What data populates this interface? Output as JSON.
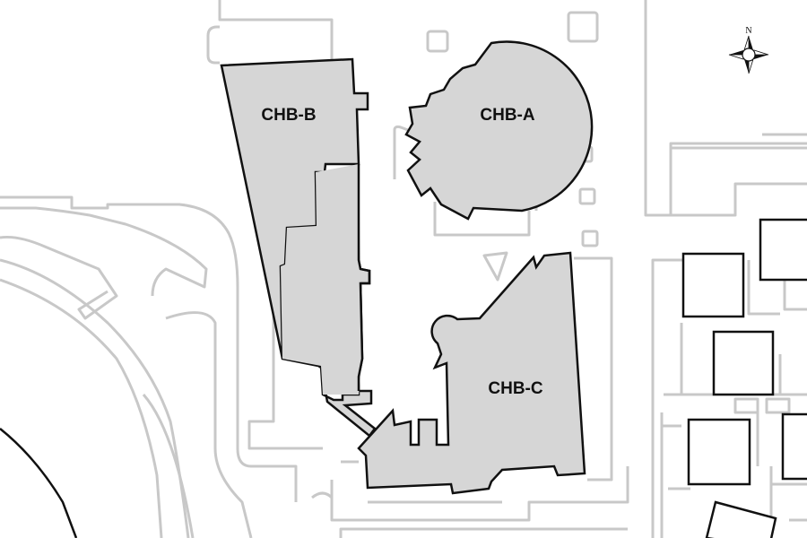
{
  "map": {
    "buildings": [
      {
        "id": "chb-a",
        "label": "CHB-A"
      },
      {
        "id": "chb-b",
        "label": "CHB-B"
      },
      {
        "id": "chb-c",
        "label": "CHB-C"
      }
    ],
    "compass": {
      "north_label": "N"
    },
    "colors": {
      "building_fill": "#d6d6d6",
      "outline": "#111111",
      "context": "#c8c8c8"
    }
  }
}
